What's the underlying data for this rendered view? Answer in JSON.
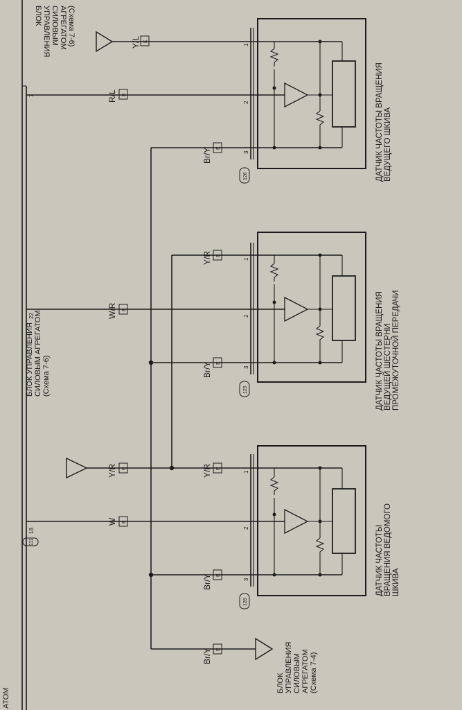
{
  "header": {
    "corner": "АТОМ"
  },
  "pcm": {
    "connector_id": "111",
    "pins": {
      "yl": "",
      "rl": "7",
      "wr": "22",
      "yr": "",
      "w": "18"
    }
  },
  "refs": {
    "top": {
      "symbol": "",
      "lines": [
        "БЛОК",
        "УПРАВЛЕНИЯ",
        "СИЛОВЫМ",
        "АГРЕГАТОМ",
        "(Схема 7-6)"
      ]
    },
    "middle": {
      "symbol": "",
      "lines": [
        "БЛОК УПРАВЛЕНИЯ",
        "СИЛОВЫМ АГРЕГАТОМ",
        "(Схема 7-6)"
      ]
    },
    "bottom": {
      "symbol": "",
      "lines": [
        "БЛОК",
        "УПРАВЛЕНИЯ",
        "СИЛОВЫМ",
        "АГРЕГАТОМ",
        "(Схема 7-4)"
      ]
    }
  },
  "wires": {
    "yl": "Y/L",
    "rl": "R/L",
    "wr": "W/R",
    "yr_pcm": "Y/R",
    "w": "W",
    "yr_s2": "Y/R",
    "yr_s1": "Y/R",
    "bry_top": "Br/Y",
    "bry_mid": "Br/Y",
    "bry_low": "Br/Y",
    "bry_ref": "Br/Y",
    "code": "E"
  },
  "sensors": [
    {
      "id": "drive-pulley",
      "connector": "126",
      "pin_labels": [
        "1",
        "2",
        "3"
      ],
      "name_lines": [
        "ДАТЧИК ЧАСТОТЫ ВРАЩЕНИЯ",
        "ВЕДУЩЕГО ШКИВА"
      ]
    },
    {
      "id": "intermediate-gear",
      "connector": "125",
      "pin_labels": [
        "1",
        "2",
        "3"
      ],
      "name_lines": [
        "ДАТЧИК ЧАСТОТЫ ВРАЩЕНИЯ",
        "ВЕДУЩЕЙ ШЕСТЕРНИ",
        "ПРОМЕЖУТОЧНОЙ ПЕРЕДАЧИ"
      ]
    },
    {
      "id": "driven-pulley",
      "connector": "126",
      "pin_labels": [
        "1",
        "2",
        "3"
      ],
      "name_lines": [
        "ДАТЧИК ЧАСТОТЫ",
        "ВРАЩЕНИЯ ВЕДОМОГО",
        "ШКИВА"
      ]
    }
  ]
}
